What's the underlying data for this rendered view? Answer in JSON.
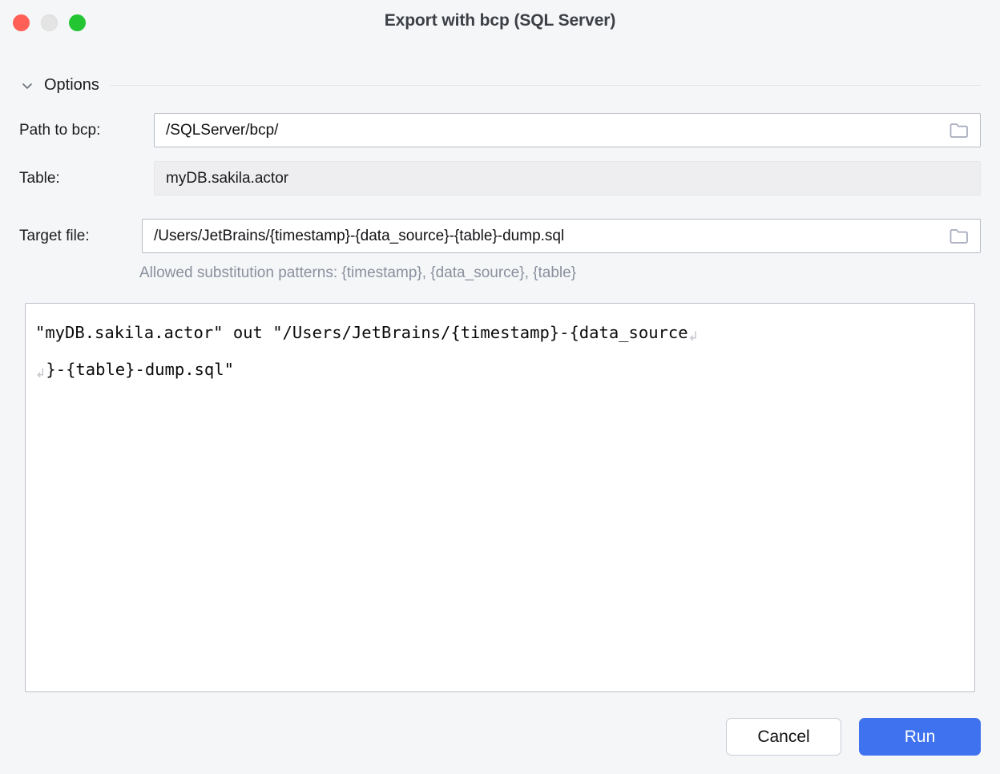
{
  "window": {
    "title": "Export with bcp (SQL Server)",
    "traffic_lights": [
      "close-button",
      "minimize-button",
      "zoom-button"
    ],
    "colors": {
      "close": "#ff5f57",
      "minimize": "#e4e4e4",
      "zoom": "#24c532",
      "background": "#f5f6f8",
      "accent": "#3e72ee",
      "hint_text": "#8b909e"
    }
  },
  "options_section": {
    "label": "Options",
    "collapse_icon": "chevron-down-icon",
    "expanded": true
  },
  "form": {
    "path_to_bcp": {
      "label": "Path to bcp:",
      "value": "/SQLServer/bcp/",
      "browse_icon": "folder-icon",
      "editable": true
    },
    "table": {
      "label": "Table:",
      "value": "myDB.sakila.actor",
      "editable": false
    },
    "target_file": {
      "label": "Target file:",
      "value": "/Users/JetBrains/{timestamp}-{data_source}-{table}-dump.sql",
      "browse_icon": "folder-icon",
      "editable": true
    },
    "hint": "Allowed substitution patterns: {timestamp}, {data_source}, {table}"
  },
  "command_preview": {
    "full_text": "\"myDB.sakila.actor\" out \"/Users/JetBrains/{timestamp}-{data_source}-{table}-dump.sql\"",
    "line1": "\"myDB.sakila.actor\" out \"/Users/JetBrains/{timestamp}-{data_source",
    "line2": "}-{table}-dump.sql\"",
    "wrap_marker": "↲"
  },
  "footer": {
    "cancel_label": "Cancel",
    "run_label": "Run"
  }
}
